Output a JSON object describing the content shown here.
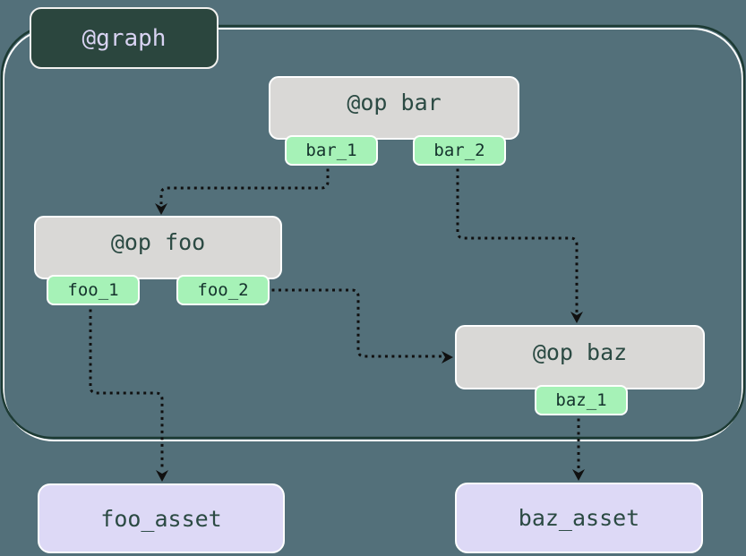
{
  "graph": {
    "label": "@graph"
  },
  "ops": [
    {
      "id": "bar",
      "label": "@op bar",
      "outputs": [
        "bar_1",
        "bar_2"
      ]
    },
    {
      "id": "foo",
      "label": "@op foo",
      "outputs": [
        "foo_1",
        "foo_2"
      ]
    },
    {
      "id": "baz",
      "label": "@op baz",
      "outputs": [
        "baz_1"
      ]
    }
  ],
  "assets": [
    {
      "label": "foo_asset"
    },
    {
      "label": "baz_asset"
    }
  ],
  "edges": [
    {
      "from": "bar_1",
      "to": "op foo"
    },
    {
      "from": "bar_2",
      "to": "op baz"
    },
    {
      "from": "foo_2",
      "to": "op baz"
    },
    {
      "from": "foo_1",
      "to": "foo_asset"
    },
    {
      "from": "baz_1",
      "to": "baz_asset"
    }
  ],
  "colors": {
    "background": "#53707A",
    "container_border": "#1D3B34",
    "container_highlight": "#FFFFFF",
    "graph_fill": "#2B463E",
    "graph_text": "#D8D3F2",
    "op_fill": "#D9D8D6",
    "op_text": "#2B4A43",
    "output_fill": "#A6F2B7",
    "output_text": "#14322C",
    "asset_fill": "#DDD9F6",
    "asset_text": "#2B4A43",
    "edge": "#101010"
  }
}
